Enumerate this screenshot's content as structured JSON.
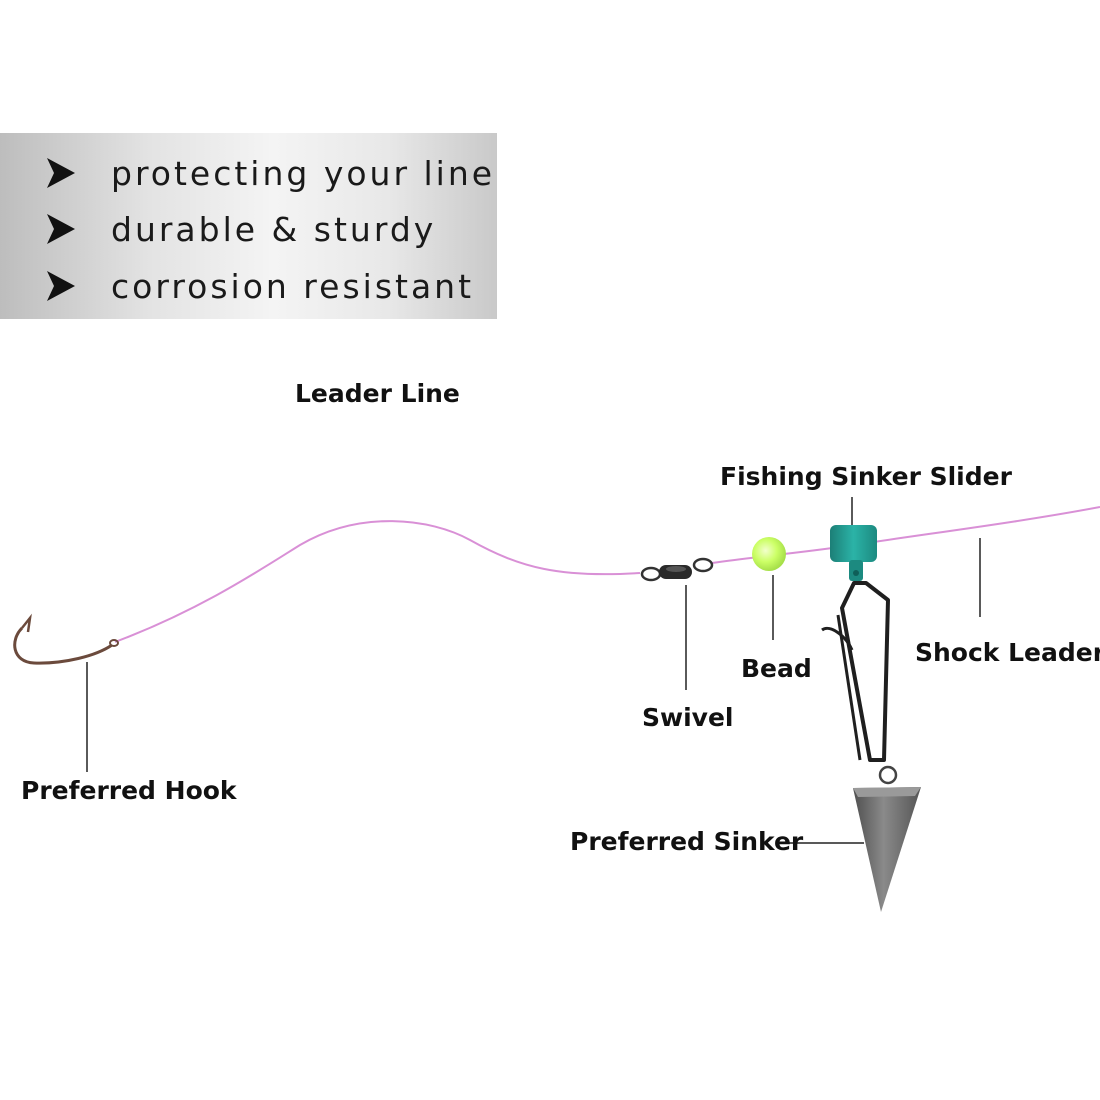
{
  "features": [
    {
      "text": "protecting your line"
    },
    {
      "text": "durable & sturdy"
    },
    {
      "text": "corrosion resistant"
    }
  ],
  "labels": {
    "leader_line": "Leader Line",
    "sinker_slider": "Fishing Sinker Slider",
    "shock_leader": "Shock Leader",
    "bead": "Bead",
    "swivel": "Swivel",
    "preferred_hook": "Preferred Hook",
    "preferred_sinker": "Preferred Sinker"
  },
  "colors": {
    "line": "#d990d6",
    "bead": "#ccff66",
    "slider": "#22998f",
    "sinker": "#6a6a6a",
    "snap": "#1f1f1f",
    "hook": "#6b4a3c"
  }
}
